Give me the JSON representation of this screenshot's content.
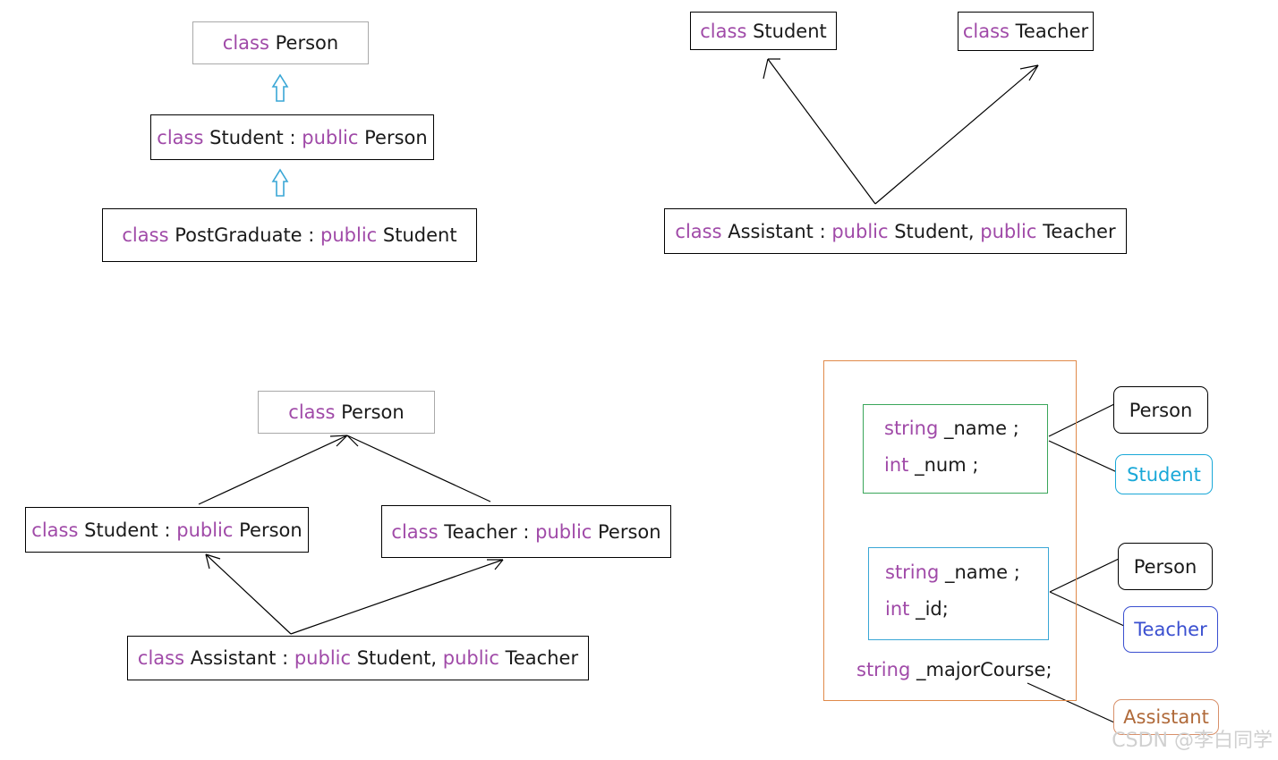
{
  "keywords": {
    "class": "class",
    "public": "public",
    "string": "string",
    "int": "int"
  },
  "diagram1": {
    "person": {
      "name": "Person"
    },
    "student": {
      "name": "Student",
      "sep": " : ",
      "base": "Person"
    },
    "postgraduate": {
      "name": "PostGraduate",
      "sep": " : ",
      "base": "Student"
    }
  },
  "diagram2": {
    "student": {
      "name": "Student"
    },
    "teacher": {
      "name": "Teacher"
    },
    "assistant": {
      "name": "Assistant",
      "sep": " : ",
      "base1": "Student",
      "comma": ", ",
      "base2": "Teacher"
    }
  },
  "diagram3": {
    "person": {
      "name": "Person"
    },
    "student": {
      "name": "Student",
      "sep": " : ",
      "base": "Person"
    },
    "teacher": {
      "name": "Teacher",
      "sep": " : ",
      "base": "Person"
    },
    "assistant": {
      "name": "Assistant",
      "sep": " : ",
      "base1": "Student",
      "comma": ", ",
      "base2": "Teacher"
    }
  },
  "diagram4": {
    "student_part": {
      "line1": "_name ;",
      "line2": "_num ;"
    },
    "teacher_part": {
      "line1": "_name ;",
      "line2": "_id;"
    },
    "own_member": "_majorCourse;",
    "tags": {
      "person_a": "Person",
      "student": "Student",
      "person_b": "Person",
      "teacher": "Teacher",
      "assistant": "Assistant"
    }
  },
  "colors": {
    "keyword": "#a04aa8",
    "arrow_cyan": "#3aa7d6",
    "frame_orange": "#e08a4a",
    "frame_green": "#3aa65a",
    "frame_blue": "#3aa7d6",
    "tag_student": "#19a8d8",
    "tag_teacher": "#3a4fd0",
    "tag_assistant": "#b06a3a"
  },
  "watermark": "CSDN @李白同学"
}
